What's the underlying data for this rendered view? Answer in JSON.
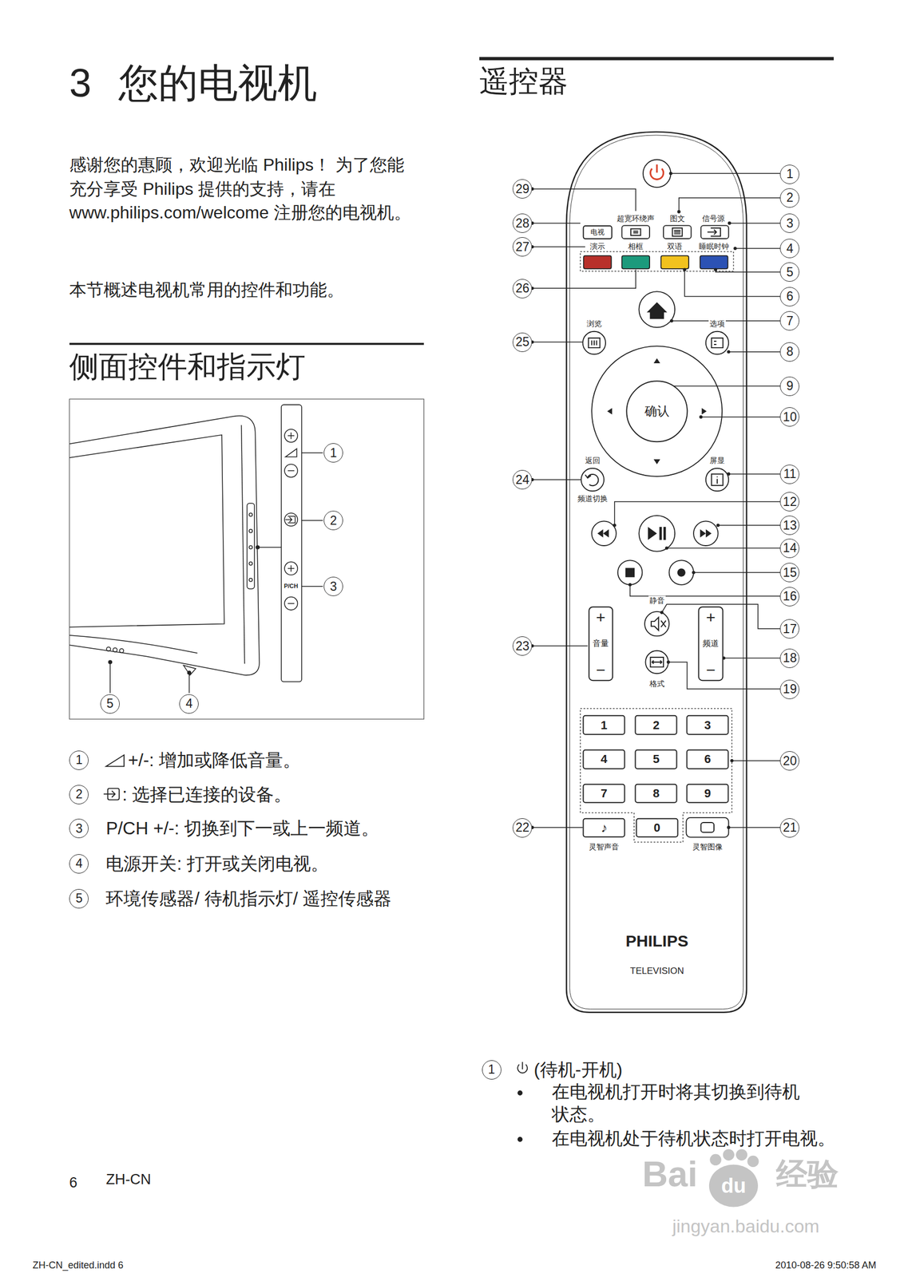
{
  "diagram": {
    "title": "3 您的电视机",
    "nodes": [
      {
        "text": [
          "电视"
        ]
      },
      {
        "text": [
          "确认"
        ]
      },
      {
        "text": [
          "+",
          "音量",
          "−"
        ]
      },
      {
        "text": [
          "+",
          "频道",
          "−"
        ]
      },
      {
        "text": [
          "1"
        ]
      },
      {
        "text": [
          "2"
        ]
      },
      {
        "text": [
          "3"
        ]
      },
      {
        "text": [
          "4"
        ]
      },
      {
        "text": [
          "5"
        ]
      },
      {
        "text": [
          "6"
        ]
      },
      {
        "text": [
          "7"
        ]
      },
      {
        "text": [
          "8"
        ]
      },
      {
        "text": [
          "9"
        ]
      },
      {
        "text": [
          "♪"
        ]
      },
      {
        "text": [
          "0"
        ]
      }
    ],
    "labels": [
      "侧面控件和指示灯",
      "遥控器",
      "感谢您的惠顾，欢迎光临 Philips！ 为了您能充分享受 Philips 提供的支持，请在 www.philips.com/welcome 注册您的电视机。",
      "本节概述电视机常用的控件和功能。",
      "1",
      "2",
      "3",
      "5",
      "4",
      "P/CH",
      "1",
      "+/-: 增加或降低音量。",
      "2",
      ": 选择已连接的设备。",
      "3",
      "P/CH +/-: 切换到下一或上一频道。",
      "4",
      "电源开关: 打开或关闭电视。",
      "5",
      "环境传感器/ 待机指示灯/ 遥控传感器",
      "超宽环绕声",
      "图文",
      "信号源",
      "演示",
      "相框",
      "双语",
      "睡眠时钟",
      "浏览",
      "选项",
      "返回",
      "频道切换",
      "屏显",
      "静音",
      "格式",
      "灵智声音",
      "灵智图像",
      "PHILIPS",
      "TELEVISION",
      "1",
      "2",
      "3",
      "4",
      "5",
      "6",
      "7",
      "8",
      "9",
      "10",
      "11",
      "12",
      "13",
      "14",
      "15",
      "16",
      "17",
      "18",
      "19",
      "20",
      "21",
      "29",
      "28",
      "27",
      "26",
      "25",
      "24",
      "23",
      "22",
      "1",
      "(待机-开机)",
      "在电视机打开时将其切换到待机状态。",
      "在电视机处于待机状态时打开电视。",
      "6",
      "ZH-CN",
      "ZH-CN_edited.indd 6",
      "2010-08-26 9:50:58 AM",
      "Bai",
      "du",
      "经验",
      "jingyan.baidu.com"
    ]
  }
}
